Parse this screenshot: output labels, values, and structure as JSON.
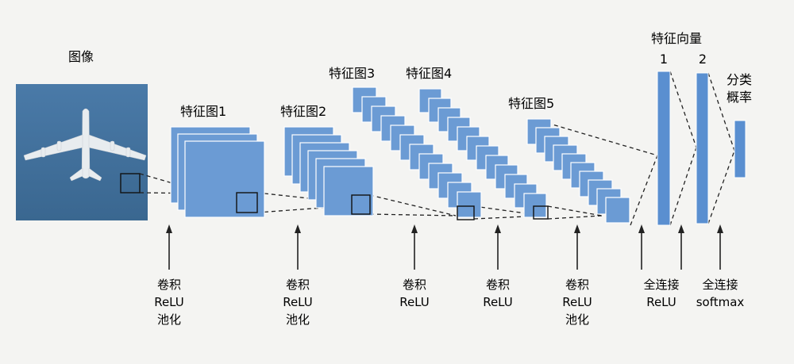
{
  "labels": {
    "image": "图像",
    "fm1": "特征图1",
    "fm2": "特征图2",
    "fm3": "特征图3",
    "fm4": "特征图4",
    "fm5": "特征图5",
    "feature_vector": "特征向量",
    "fv1": "1",
    "fv2": "2",
    "prob_line1": "分类",
    "prob_line2": "概率"
  },
  "operations": [
    {
      "lines": [
        "卷积",
        "ReLU",
        "池化"
      ]
    },
    {
      "lines": [
        "卷积",
        "ReLU",
        "池化"
      ]
    },
    {
      "lines": [
        "卷积",
        "ReLU"
      ]
    },
    {
      "lines": [
        "卷积",
        "ReLU"
      ]
    },
    {
      "lines": [
        "卷积",
        "ReLU",
        "池化"
      ]
    },
    {
      "lines": [
        "全连接",
        "ReLU"
      ]
    },
    {
      "lines": [
        "全连接",
        "softmax"
      ]
    }
  ],
  "colors": {
    "block_fill": "#6b9bd4",
    "block_stroke": "#ffffff",
    "vector_fill": "#5a8fd0",
    "image_bg": "#3f6f9e",
    "line": "#222222"
  },
  "icons": {
    "image": "airplane-photo",
    "arrow": "up-arrow"
  }
}
